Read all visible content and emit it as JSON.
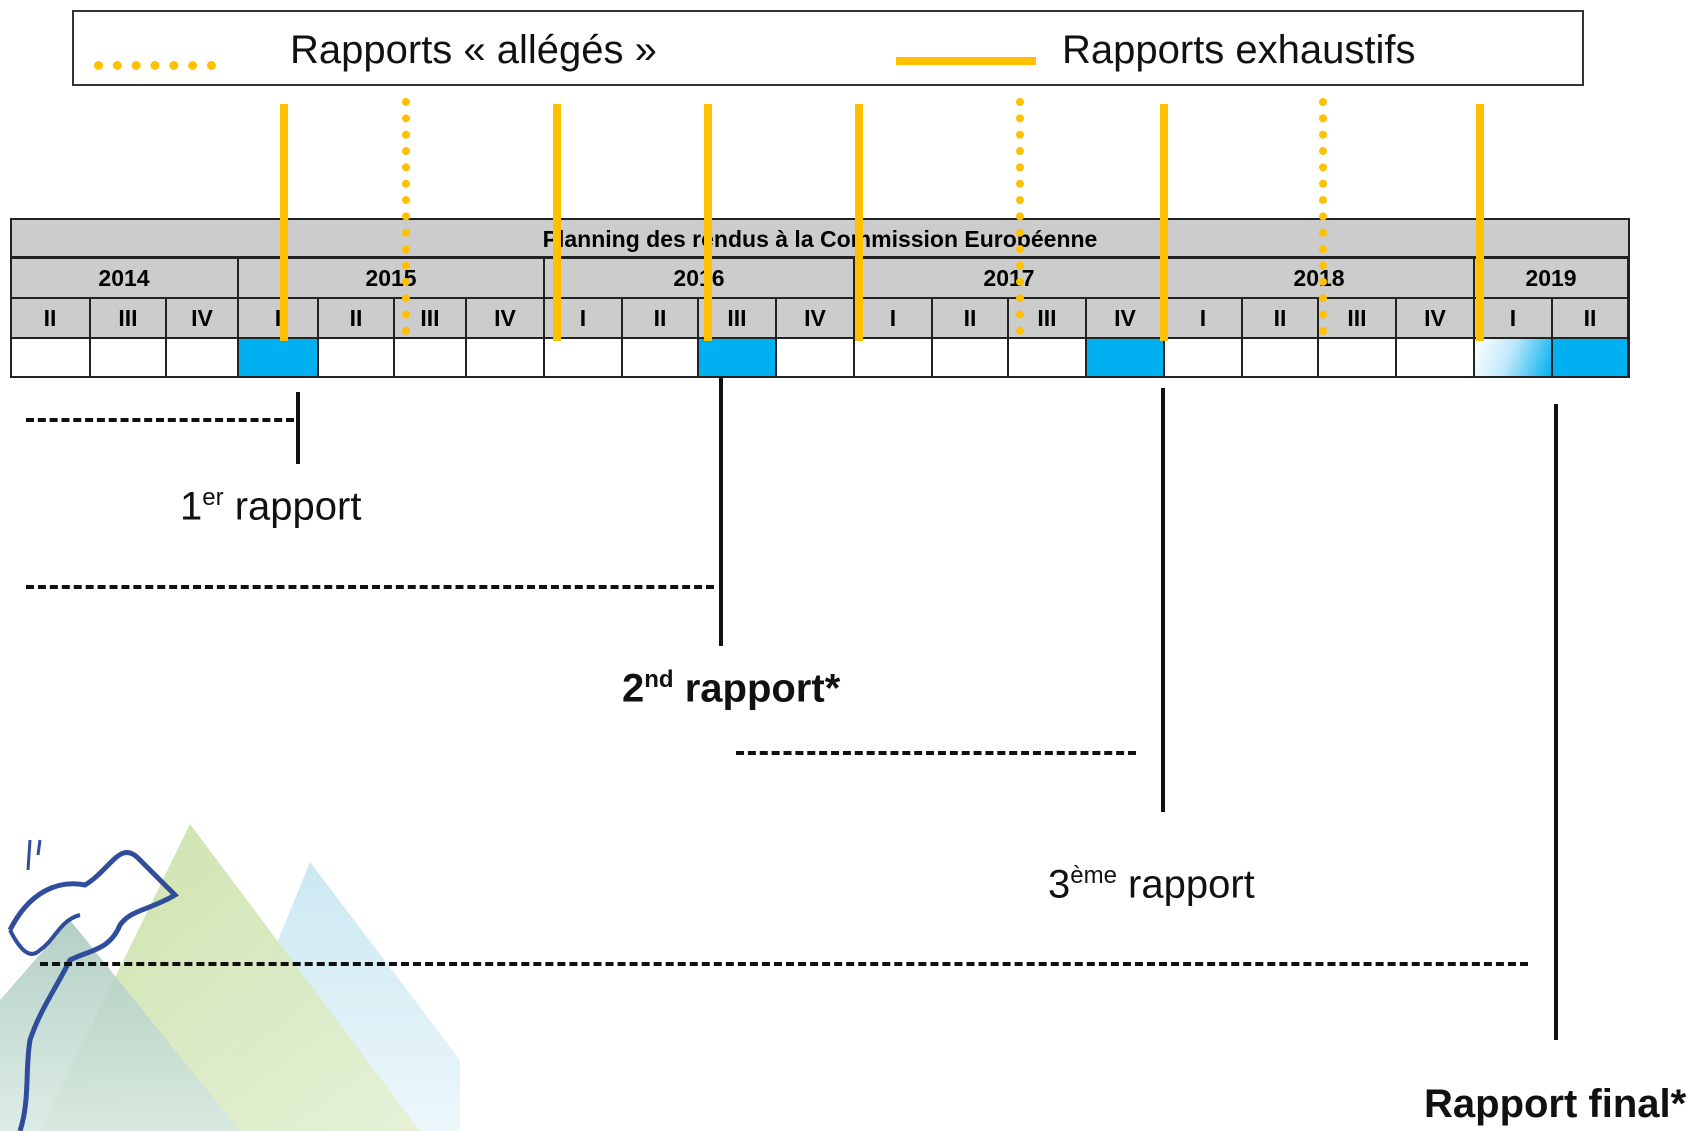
{
  "legend": {
    "light_label": "Rapports « allégés »",
    "full_label": "Rapports exhaustifs"
  },
  "table": {
    "title": "Planning des rendus à la Commission Européenne",
    "years": [
      {
        "label": "2014",
        "quarters": [
          "II",
          "III",
          "IV"
        ]
      },
      {
        "label": "2015",
        "quarters": [
          "I",
          "II",
          "III",
          "IV"
        ]
      },
      {
        "label": "2016",
        "quarters": [
          "I",
          "II",
          "III",
          "IV"
        ]
      },
      {
        "label": "2017",
        "quarters": [
          "I",
          "II",
          "III",
          "IV"
        ]
      },
      {
        "label": "2018",
        "quarters": [
          "I",
          "II",
          "III",
          "IV"
        ]
      },
      {
        "label": "2019",
        "quarters": [
          "I",
          "II"
        ]
      }
    ],
    "highlighted_quarters": [
      "2015-I",
      "2016-III",
      "2017-IV",
      "2019-II"
    ],
    "partially_highlighted_quarters": [
      "2019-I"
    ],
    "highlight_color": "#00b0f0",
    "marker_color": "#ffc000"
  },
  "reports": {
    "first": {
      "num": "1",
      "sup": "er",
      "text": " rapport"
    },
    "second": {
      "num": "2",
      "sup": "nd",
      "text": " rapport*"
    },
    "third": {
      "num": "3",
      "sup": "ème",
      "text": " rapport"
    },
    "final": {
      "text": "Rapport final*"
    }
  }
}
